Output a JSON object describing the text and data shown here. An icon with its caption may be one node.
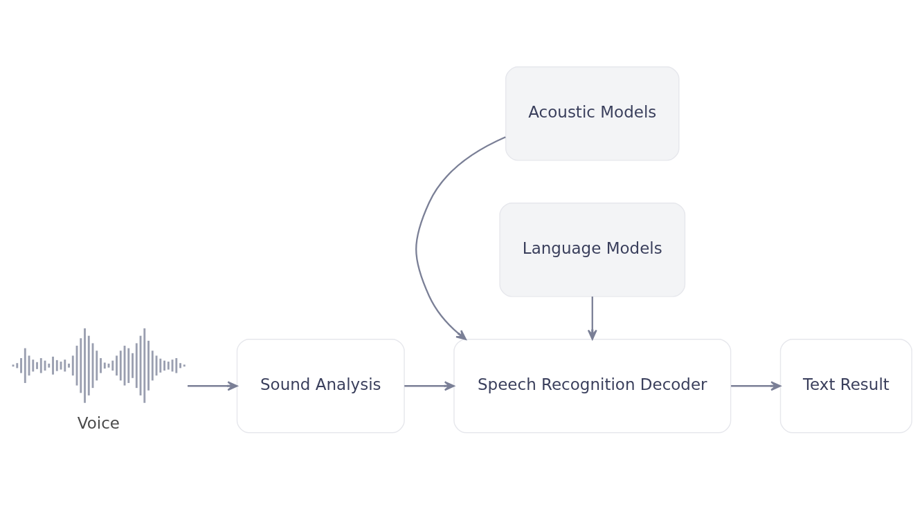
{
  "diagram": {
    "nodes": [
      {
        "text": [
          "Acoustic Models"
        ]
      },
      {
        "text": [
          "Voice"
        ]
      },
      {
        "text": [
          "Sound Analysis"
        ]
      },
      {
        "text": [
          "Speech Recognition Decoder"
        ]
      },
      {
        "text": [
          "Text Result"
        ]
      },
      {
        "text": [
          "Language Models"
        ]
      }
    ],
    "edges": [
      {
        "from": 1,
        "to": 2,
        "arrow": "to"
      },
      {
        "from": 2,
        "to": 3,
        "arrow": "to"
      },
      {
        "from": 3,
        "to": 4,
        "arrow": "to"
      },
      {
        "from": 0,
        "to": 3,
        "arrow": "to"
      },
      {
        "from": 5,
        "to": 3,
        "arrow": "to"
      }
    ]
  }
}
